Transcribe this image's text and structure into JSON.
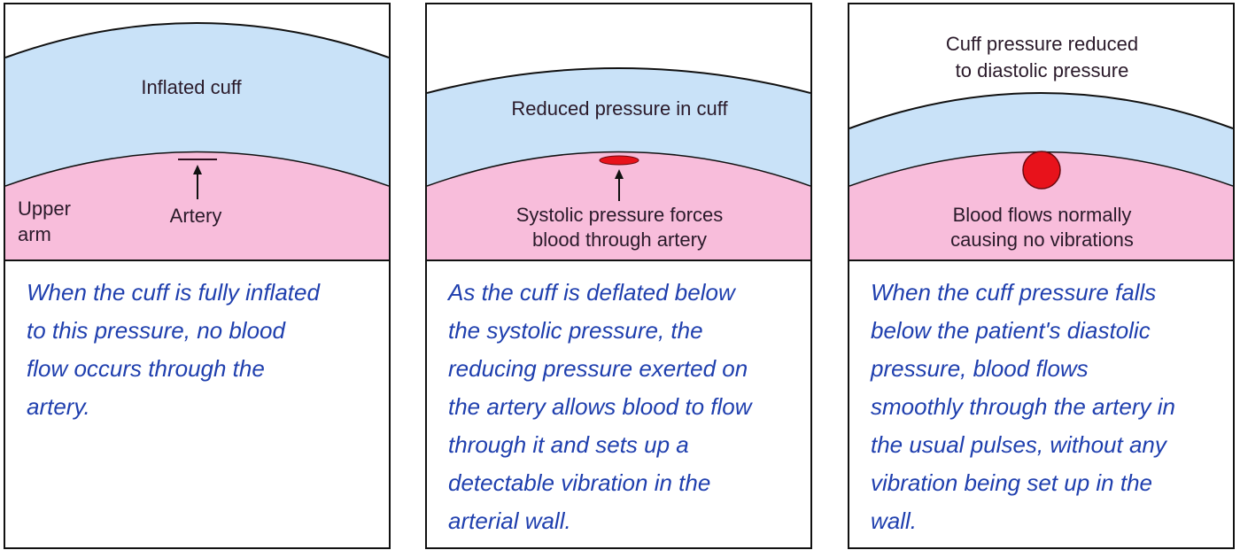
{
  "colors": {
    "cuff": "#c9e2f8",
    "arm": "#f8bddb",
    "artery": "#e8121b",
    "text_blue": "#1f3fae"
  },
  "panels": [
    {
      "cuff_label": "Inflated cuff",
      "arm_label": "Upper\narm",
      "artery_label": "Artery",
      "description": [
        "When the cuff is fully inflated",
        "to this pressure, no blood",
        "flow occurs through the",
        "artery."
      ]
    },
    {
      "cuff_label": "Reduced pressure in cuff",
      "artery_label": "Systolic pressure forces\nblood through artery",
      "description": [
        "As the cuff is deflated below",
        "the systolic pressure, the",
        "reducing pressure exerted on",
        "the artery allows blood to flow",
        "through it and sets up a",
        "detectable vibration in the",
        "arterial wall."
      ]
    },
    {
      "cuff_label": "Cuff pressure reduced\nto diastolic pressure",
      "artery_label": "Blood flows normally\ncausing no vibrations",
      "description": [
        "When the cuff pressure falls",
        "below the patient's diastolic",
        "pressure, blood flows",
        "smoothly through the artery in",
        "the usual pulses, without any",
        "vibration being set up in the",
        "wall."
      ]
    }
  ]
}
